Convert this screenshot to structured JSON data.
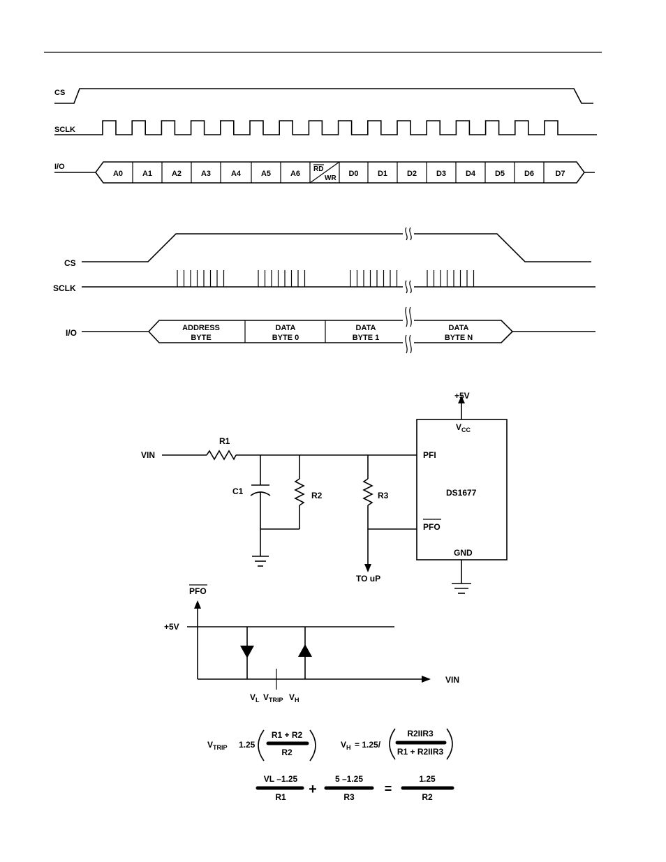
{
  "timing1": {
    "cs_label": "CS",
    "sclk_label": "SCLK",
    "io_label": "I/O",
    "cells": [
      "A0",
      "A1",
      "A2",
      "A3",
      "A4",
      "A5",
      "A6",
      "",
      "D0",
      "D1",
      "D2",
      "D3",
      "D4",
      "D5",
      "D6",
      "D7"
    ],
    "rdwr_top": "RD",
    "rdwr_bottom": "WR"
  },
  "timing2": {
    "cs_label": "CS",
    "sclk_label": "SCLK",
    "io_label": "I/O",
    "cells": [
      {
        "line1": "ADDRESS",
        "line2": "BYTE"
      },
      {
        "line1": "DATA",
        "line2": "BYTE 0"
      },
      {
        "line1": "DATA",
        "line2": "BYTE 1"
      },
      {
        "line1": "DATA",
        "line2": "BYTE N"
      }
    ]
  },
  "schematic": {
    "vin": "VIN",
    "r1": "R1",
    "c1": "C1",
    "r2": "R2",
    "r3": "R3",
    "supply": "+5V",
    "vcc_main": "V",
    "vcc_sub": "CC",
    "pfi": "PFI",
    "chip": "DS1677",
    "pfo": "PFO",
    "gnd": "GND",
    "to_up": "TO uP"
  },
  "hysteresis": {
    "y_label": "PFO",
    "y_tick": "+5V",
    "x_label": "VIN",
    "vl_main": "V",
    "vl_sub": "L",
    "vtrip_main": "V",
    "vtrip_sub": "TRIP",
    "vh_main": "V",
    "vh_sub": "H"
  },
  "equations": {
    "vtrip_main": "V",
    "vtrip_sub": "TRIP",
    "coef1": "1.25",
    "num1": "R1 + R2",
    "den1": "R2",
    "vh_main": "V",
    "vh_sub": "H",
    "vh_eq": "= 1.25/",
    "num2": "R2IIR3",
    "den2": "R1 + R2IIR3",
    "num3": "VL –1.25",
    "den3": "R1",
    "plus": "+",
    "num4": "5 –1.25",
    "den4": "R3",
    "equals": "=",
    "num5": "1.25",
    "den5": "R2"
  }
}
